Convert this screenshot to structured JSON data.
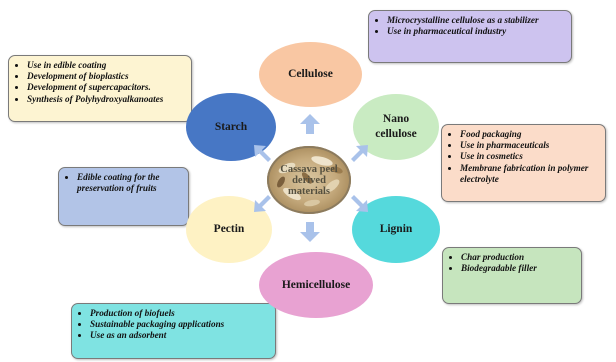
{
  "center": {
    "label": "Cassava peel derived materials"
  },
  "nodes": {
    "cellulose": {
      "label": "Cellulose",
      "color": "#f9c7a3"
    },
    "nano_cellulose": {
      "label": "Nano cellulose",
      "color": "#c9ebc2"
    },
    "lignin": {
      "label": "Lignin",
      "color": "#55d9dc"
    },
    "hemicellulose": {
      "label": "Hemicellulose",
      "color": "#e8a2d2"
    },
    "pectin": {
      "label": "Pectin",
      "color": "#fef2c4"
    },
    "starch": {
      "label": "Starch",
      "color": "#4777c5"
    }
  },
  "boxes": {
    "cellulose": {
      "color": "#cdc3ef",
      "items": [
        "Microcrystalline cellulose as a stabilizer",
        "Use in pharmaceutical industry"
      ]
    },
    "starch": {
      "color": "#fdf4d2",
      "items": [
        "Use in edible coating",
        "Development of bioplastics",
        "Development of supercapacitors.",
        "Synthesis of Polyhydroxyalkanoates"
      ]
    },
    "nano_cellulose": {
      "color": "#fbdcc9",
      "items": [
        "Food packaging",
        "Use in pharmaceuticals",
        "Use in cosmetics",
        "Membrane fabrication in polymer electrolyte"
      ]
    },
    "pectin": {
      "color": "#b2c4e7",
      "items": [
        "Edible coating for the preservation of fruits"
      ]
    },
    "lignin": {
      "color": "#c6e5be",
      "items": [
        "Char production",
        "Biodegradable filler"
      ]
    },
    "hemicellulose": {
      "color": "#7fe3e2",
      "items": [
        "Production of biofuels",
        "Sustainable packaging applications",
        "Use as an adsorbent"
      ]
    }
  },
  "arrow_color": "#a9c2ea"
}
